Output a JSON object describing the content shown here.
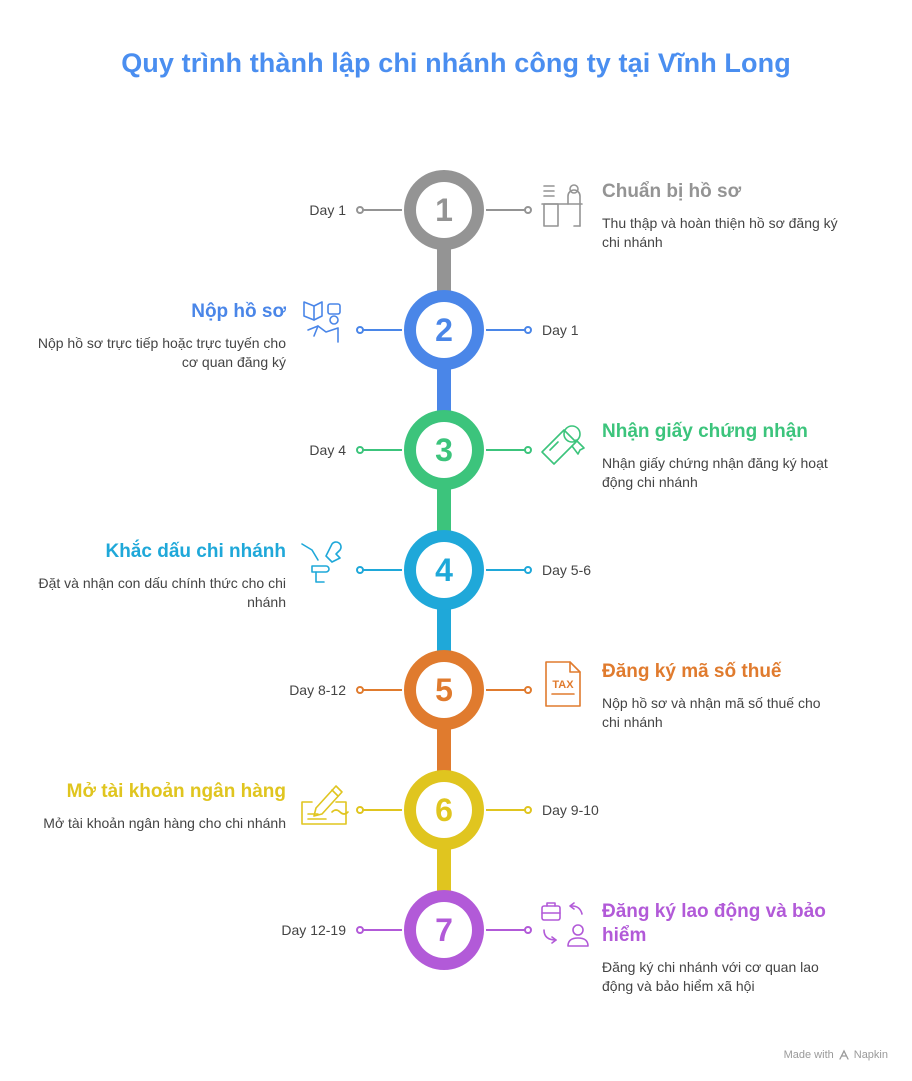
{
  "title": "Quy trình thành lập chi nhánh công ty tại Vĩnh Long",
  "steps": [
    {
      "number": "1",
      "day": "Day 1",
      "title": "Chuẩn bị hồ sơ",
      "description": "Thu thập và hoàn thiện hồ sơ đăng ký chi nhánh",
      "color": "#949494",
      "icon": "desk-person-icon"
    },
    {
      "number": "2",
      "day": "Day 1",
      "title": "Nộp hồ sơ",
      "description": "Nộp hồ sơ trực tiếp hoặc trực tuyến cho cơ quan đăng ký",
      "color": "#4a86e8",
      "icon": "document-submit-icon"
    },
    {
      "number": "3",
      "day": "Day 4",
      "title": "Nhận giấy chứng nhận",
      "description": "Nhận giấy chứng nhận đăng ký hoạt động chi nhánh",
      "color": "#3cc47c",
      "icon": "certificate-icon"
    },
    {
      "number": "4",
      "day": "Day 5-6",
      "title": "Khắc dấu chi nhánh",
      "description": "Đặt và nhận con dấu chính thức cho chi nhánh",
      "color": "#1fa8d9",
      "icon": "stamp-icon"
    },
    {
      "number": "5",
      "day": "Day 8-12",
      "title": "Đăng ký mã số thuế",
      "description": "Nộp hồ sơ và nhận mã số thuế cho chi nhánh",
      "color": "#e07b2e",
      "icon": "tax-document-icon"
    },
    {
      "number": "6",
      "day": "Day 9-10",
      "title": "Mở tài khoản ngân hàng",
      "description": "Mở tài khoản ngân hàng cho chi nhánh",
      "color": "#e0c51f",
      "icon": "bank-check-icon"
    },
    {
      "number": "7",
      "day": "Day 12-19",
      "title": "Đăng ký lao động và bảo hiểm",
      "description": "Đăng ký chi nhánh với cơ quan lao động và bảo hiểm xã hội",
      "color": "#b25ad8",
      "icon": "employee-insurance-icon"
    }
  ],
  "footer": {
    "prefix": "Made with",
    "brand": "Napkin"
  }
}
